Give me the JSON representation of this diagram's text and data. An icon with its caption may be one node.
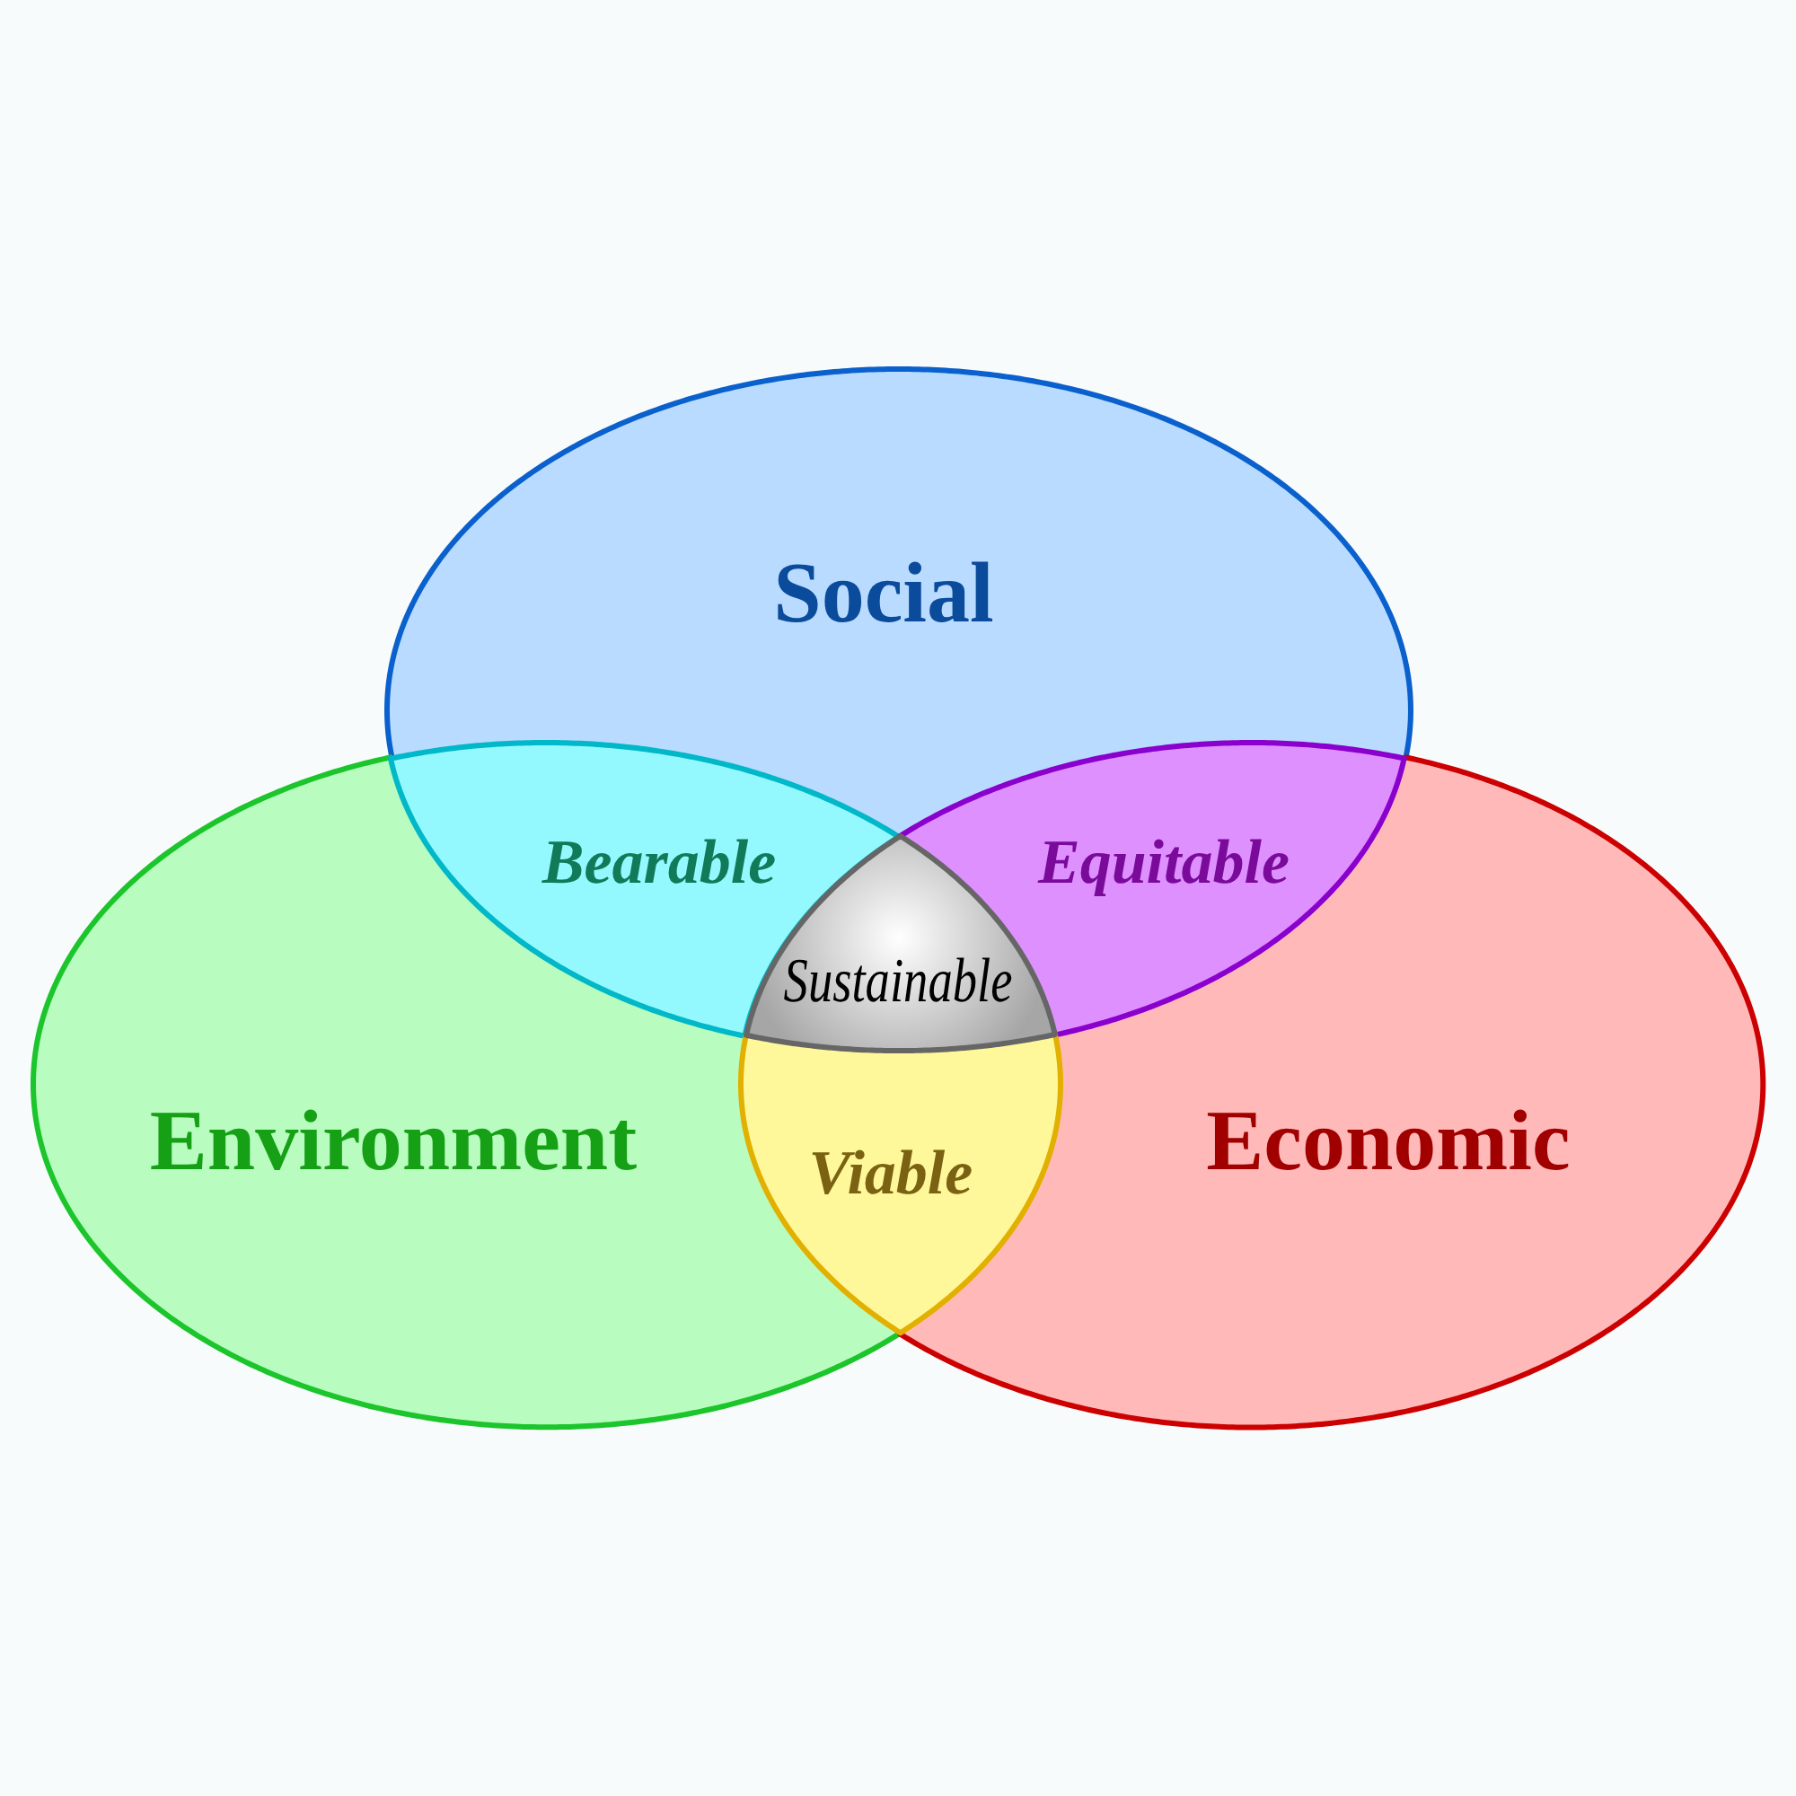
{
  "diagram": {
    "nodes": [
      {
        "text": [
          "Social"
        ]
      },
      {
        "text": [
          "Bearable"
        ]
      },
      {
        "text": [
          "Equitable"
        ]
      },
      {
        "text": [
          "Sustainable"
        ]
      },
      {
        "text": [
          "Environment"
        ]
      },
      {
        "text": [
          "Viable"
        ]
      },
      {
        "text": [
          "Economic"
        ]
      }
    ]
  }
}
